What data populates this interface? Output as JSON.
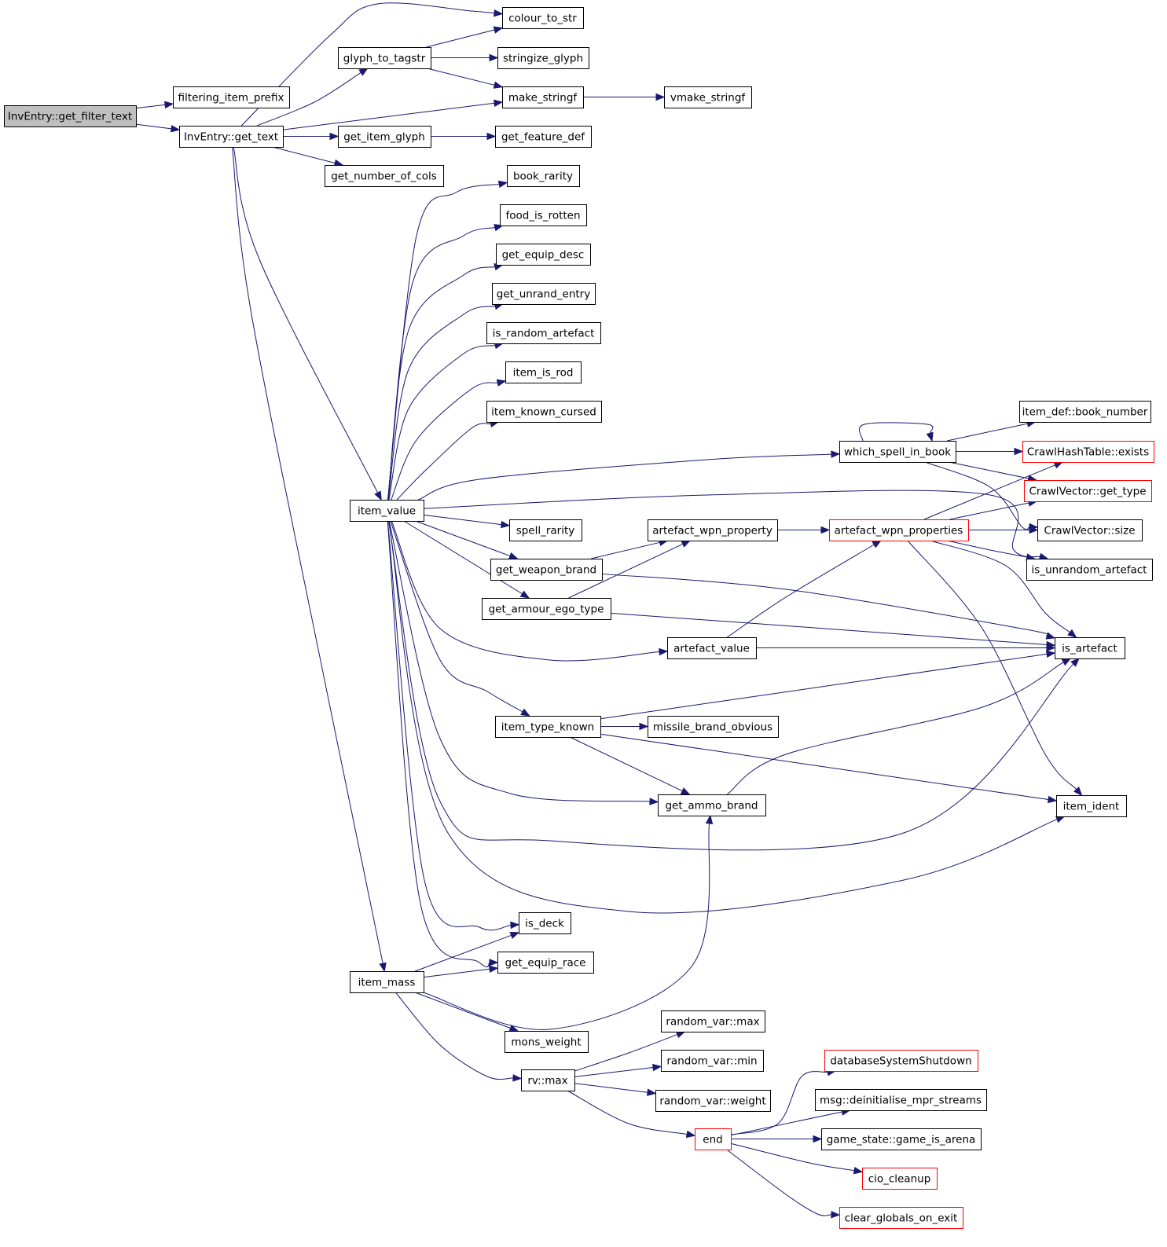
{
  "colors": {
    "edge": "#191970",
    "root_fill": "#bfbfbf",
    "truncated_border": "#ff0000",
    "node_border": "#000000"
  },
  "nodes": {
    "get_filter_text": {
      "label": "InvEntry::get_filter_text",
      "style": "root"
    },
    "filtering_item_prefix": {
      "label": "filtering_item_prefix"
    },
    "get_text": {
      "label": "InvEntry::get_text"
    },
    "colour_to_str": {
      "label": "colour_to_str"
    },
    "glyph_to_tagstr": {
      "label": "glyph_to_tagstr"
    },
    "stringize_glyph": {
      "label": "stringize_glyph"
    },
    "make_stringf": {
      "label": "make_stringf"
    },
    "vmake_stringf": {
      "label": "vmake_stringf"
    },
    "get_item_glyph": {
      "label": "get_item_glyph"
    },
    "get_feature_def": {
      "label": "get_feature_def"
    },
    "get_number_of_cols": {
      "label": "get_number_of_cols"
    },
    "book_rarity": {
      "label": "book_rarity"
    },
    "food_is_rotten": {
      "label": "food_is_rotten"
    },
    "get_equip_desc": {
      "label": "get_equip_desc"
    },
    "get_unrand_entry": {
      "label": "get_unrand_entry"
    },
    "is_random_artefact": {
      "label": "is_random_artefact"
    },
    "item_is_rod": {
      "label": "item_is_rod"
    },
    "item_known_cursed": {
      "label": "item_known_cursed"
    },
    "item_def_book_number": {
      "label": "item_def::book_number"
    },
    "which_spell_in_book": {
      "label": "which_spell_in_book"
    },
    "crawlhashtable_exists": {
      "label": "CrawlHashTable::exists",
      "style": "truncated"
    },
    "crawlvector_get_type": {
      "label": "CrawlVector::get_type",
      "style": "truncated"
    },
    "item_value": {
      "label": "item_value"
    },
    "spell_rarity": {
      "label": "spell_rarity"
    },
    "artefact_wpn_property": {
      "label": "artefact_wpn_property"
    },
    "artefact_wpn_properties": {
      "label": "artefact_wpn_properties",
      "style": "truncated"
    },
    "crawlvector_size": {
      "label": "CrawlVector::size"
    },
    "get_weapon_brand": {
      "label": "get_weapon_brand"
    },
    "is_unrandom_artefact": {
      "label": "is_unrandom_artefact"
    },
    "get_armour_ego_type": {
      "label": "get_armour_ego_type"
    },
    "artefact_value": {
      "label": "artefact_value"
    },
    "is_artefact": {
      "label": "is_artefact"
    },
    "item_type_known": {
      "label": "item_type_known"
    },
    "missile_brand_obvious": {
      "label": "missile_brand_obvious"
    },
    "get_ammo_brand": {
      "label": "get_ammo_brand"
    },
    "item_ident": {
      "label": "item_ident"
    },
    "is_deck": {
      "label": "is_deck"
    },
    "get_equip_race": {
      "label": "get_equip_race"
    },
    "item_mass": {
      "label": "item_mass"
    },
    "random_var_max": {
      "label": "random_var::max"
    },
    "mons_weight": {
      "label": "mons_weight"
    },
    "random_var_min": {
      "label": "random_var::min"
    },
    "databaseSystemShutdown": {
      "label": "databaseSystemShutdown",
      "style": "truncated"
    },
    "rv_max": {
      "label": "rv::max"
    },
    "random_var_weight": {
      "label": "random_var::weight"
    },
    "msg_deinitialise": {
      "label": "msg::deinitialise_mpr_streams"
    },
    "end": {
      "label": "end",
      "style": "truncated"
    },
    "game_is_arena": {
      "label": "game_state::game_is_arena"
    },
    "cio_cleanup": {
      "label": "cio_cleanup",
      "style": "truncated"
    },
    "clear_globals_on_exit": {
      "label": "clear_globals_on_exit",
      "style": "truncated"
    }
  },
  "edges": [
    [
      "get_filter_text",
      "filtering_item_prefix"
    ],
    [
      "get_filter_text",
      "get_text"
    ],
    [
      "get_text",
      "colour_to_str"
    ],
    [
      "get_text",
      "glyph_to_tagstr"
    ],
    [
      "get_text",
      "make_stringf"
    ],
    [
      "get_text",
      "get_item_glyph"
    ],
    [
      "get_text",
      "get_number_of_cols"
    ],
    [
      "get_text",
      "item_value"
    ],
    [
      "get_text",
      "item_mass"
    ],
    [
      "glyph_to_tagstr",
      "colour_to_str"
    ],
    [
      "glyph_to_tagstr",
      "stringize_glyph"
    ],
    [
      "glyph_to_tagstr",
      "make_stringf"
    ],
    [
      "make_stringf",
      "vmake_stringf"
    ],
    [
      "get_item_glyph",
      "get_feature_def"
    ],
    [
      "item_value",
      "book_rarity"
    ],
    [
      "item_value",
      "food_is_rotten"
    ],
    [
      "item_value",
      "get_equip_desc"
    ],
    [
      "item_value",
      "get_unrand_entry"
    ],
    [
      "item_value",
      "is_random_artefact"
    ],
    [
      "item_value",
      "item_is_rod"
    ],
    [
      "item_value",
      "item_known_cursed"
    ],
    [
      "item_value",
      "which_spell_in_book"
    ],
    [
      "item_value",
      "is_unrandom_artefact"
    ],
    [
      "item_value",
      "spell_rarity"
    ],
    [
      "item_value",
      "get_weapon_brand"
    ],
    [
      "item_value",
      "get_armour_ego_type"
    ],
    [
      "item_value",
      "artefact_value"
    ],
    [
      "item_value",
      "item_type_known"
    ],
    [
      "item_value",
      "get_ammo_brand"
    ],
    [
      "item_value",
      "is_artefact"
    ],
    [
      "item_value",
      "item_ident"
    ],
    [
      "item_value",
      "is_deck"
    ],
    [
      "item_value",
      "get_equip_race"
    ],
    [
      "which_spell_in_book",
      "which_spell_in_book"
    ],
    [
      "which_spell_in_book",
      "item_def_book_number"
    ],
    [
      "which_spell_in_book",
      "crawlhashtable_exists"
    ],
    [
      "which_spell_in_book",
      "crawlvector_get_type"
    ],
    [
      "which_spell_in_book",
      "crawlvector_size"
    ],
    [
      "get_weapon_brand",
      "artefact_wpn_property"
    ],
    [
      "get_weapon_brand",
      "is_artefact"
    ],
    [
      "get_armour_ego_type",
      "artefact_wpn_property"
    ],
    [
      "get_armour_ego_type",
      "is_artefact"
    ],
    [
      "artefact_wpn_property",
      "artefact_wpn_properties"
    ],
    [
      "artefact_wpn_properties",
      "crawlhashtable_exists"
    ],
    [
      "artefact_wpn_properties",
      "crawlvector_get_type"
    ],
    [
      "artefact_wpn_properties",
      "crawlvector_size"
    ],
    [
      "artefact_wpn_properties",
      "is_unrandom_artefact"
    ],
    [
      "artefact_wpn_properties",
      "is_artefact"
    ],
    [
      "artefact_wpn_properties",
      "item_ident"
    ],
    [
      "artefact_value",
      "artefact_wpn_properties"
    ],
    [
      "artefact_value",
      "is_artefact"
    ],
    [
      "item_type_known",
      "missile_brand_obvious"
    ],
    [
      "item_type_known",
      "get_ammo_brand"
    ],
    [
      "item_type_known",
      "is_artefact"
    ],
    [
      "item_type_known",
      "item_ident"
    ],
    [
      "get_ammo_brand",
      "is_artefact"
    ],
    [
      "item_mass",
      "is_deck"
    ],
    [
      "item_mass",
      "get_equip_race"
    ],
    [
      "item_mass",
      "get_ammo_brand"
    ],
    [
      "item_mass",
      "mons_weight"
    ],
    [
      "item_mass",
      "rv_max"
    ],
    [
      "rv_max",
      "random_var_max"
    ],
    [
      "rv_max",
      "random_var_min"
    ],
    [
      "rv_max",
      "random_var_weight"
    ],
    [
      "rv_max",
      "end"
    ],
    [
      "end",
      "databaseSystemShutdown"
    ],
    [
      "end",
      "msg_deinitialise"
    ],
    [
      "end",
      "game_is_arena"
    ],
    [
      "end",
      "cio_cleanup"
    ],
    [
      "end",
      "clear_globals_on_exit"
    ]
  ]
}
